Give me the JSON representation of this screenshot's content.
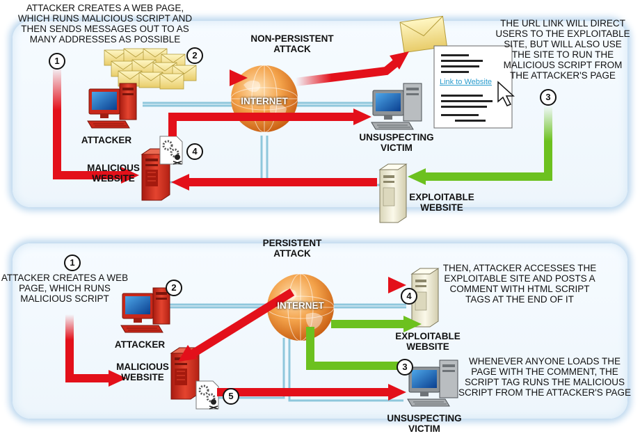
{
  "top": {
    "title": "NON-PERSISTENT\nATTACK",
    "step1_text": "ATTACKER CREATES A WEB PAGE,\nWHICH RUNS MALICIOUS SCRIPT AND\nTHEN SENDS MESSAGES OUT TO AS\nMANY ADDRESSES AS POSSIBLE",
    "step3_text": "THE URL LINK WILL DIRECT\nUSERS TO THE EXPLOITABLE\nSITE, BUT WILL ALSO USE\nTHE SITE TO RUN THE\nMALICIOUS SCRIPT FROM\nTHE ATTACKER'S PAGE",
    "link_text": "Link to Website",
    "internet": "INTERNET",
    "attacker": "ATTACKER",
    "victim": "UNSUSPECTING\nVICTIM",
    "malicious": "MALICIOUS\nWEBSITE",
    "exploitable": "EXPLOITABLE\nWEBSITE",
    "n1": "1",
    "n2": "2",
    "n3": "3",
    "n4": "4"
  },
  "bottom": {
    "title": "PERSISTENT\nATTACK",
    "step1_text": "ATTACKER CREATES A WEB\nPAGE, WHICH RUNS\nMALICIOUS SCRIPT",
    "step4_text": "THEN, ATTACKER ACCESSES THE\nEXPLOITABLE SITE AND POSTS A\nCOMMENT WITH HTML SCRIPT\nTAGS AT THE END OF IT",
    "step3_text": "WHENEVER ANYONE LOADS THE\nPAGE WITH THE COMMENT, THE\nSCRIPT TAG RUNS THE MALICIOUS\nSCRIPT FROM THE ATTACKER'S PAGE",
    "internet": "INTERNET",
    "attacker": "ATTACKER",
    "victim": "UNSUSPECTING\nVICTIM",
    "malicious": "MALICIOUS\nWEBSITE",
    "exploitable": "EXPLOITABLE\nWEBSITE",
    "n1": "1",
    "n2": "2",
    "n3": "3",
    "n4": "4",
    "n5": "5"
  },
  "colors": {
    "red_arrow": "#e3101a",
    "green_arrow": "#6cc11f",
    "cable": "#8fc7dc",
    "globe": "#f08a1e",
    "panel_glow": "#bcd7ee",
    "server_red": "#d8311f",
    "server_white": "#f3f0d8"
  },
  "icons": [
    "envelope-icon",
    "computer-icon",
    "server-icon",
    "globe-icon",
    "gear-icon",
    "skull-icon",
    "cursor-icon",
    "document-icon"
  ]
}
